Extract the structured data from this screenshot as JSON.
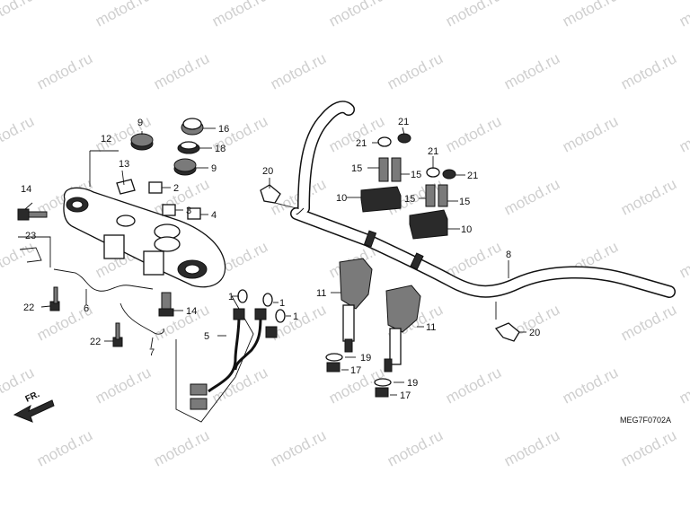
{
  "watermark": "motod.ru",
  "diagram_code": "MEG7F0702A",
  "front_marker": "FR.",
  "callouts": {
    "c1a": "1",
    "c1b": "1",
    "c1c": "1",
    "c2": "2",
    "c3": "3",
    "c4": "4",
    "c5": "5",
    "c6": "6",
    "c7": "7",
    "c8": "8",
    "c9a": "9",
    "c9b": "9",
    "c10a": "10",
    "c10b": "10",
    "c11a": "11",
    "c11b": "11",
    "c12": "12",
    "c13": "13",
    "c14a": "14",
    "c14b": "14",
    "c15a": "15",
    "c15b": "15",
    "c15c": "15",
    "c15d": "15",
    "c16": "16",
    "c17a": "17",
    "c17b": "17",
    "c18": "18",
    "c19a": "19",
    "c19b": "19",
    "c20a": "20",
    "c20b": "20",
    "c21a": "21",
    "c21b": "21",
    "c21c": "21",
    "c21d": "21",
    "c22a": "22",
    "c22b": "22",
    "c23": "23"
  }
}
